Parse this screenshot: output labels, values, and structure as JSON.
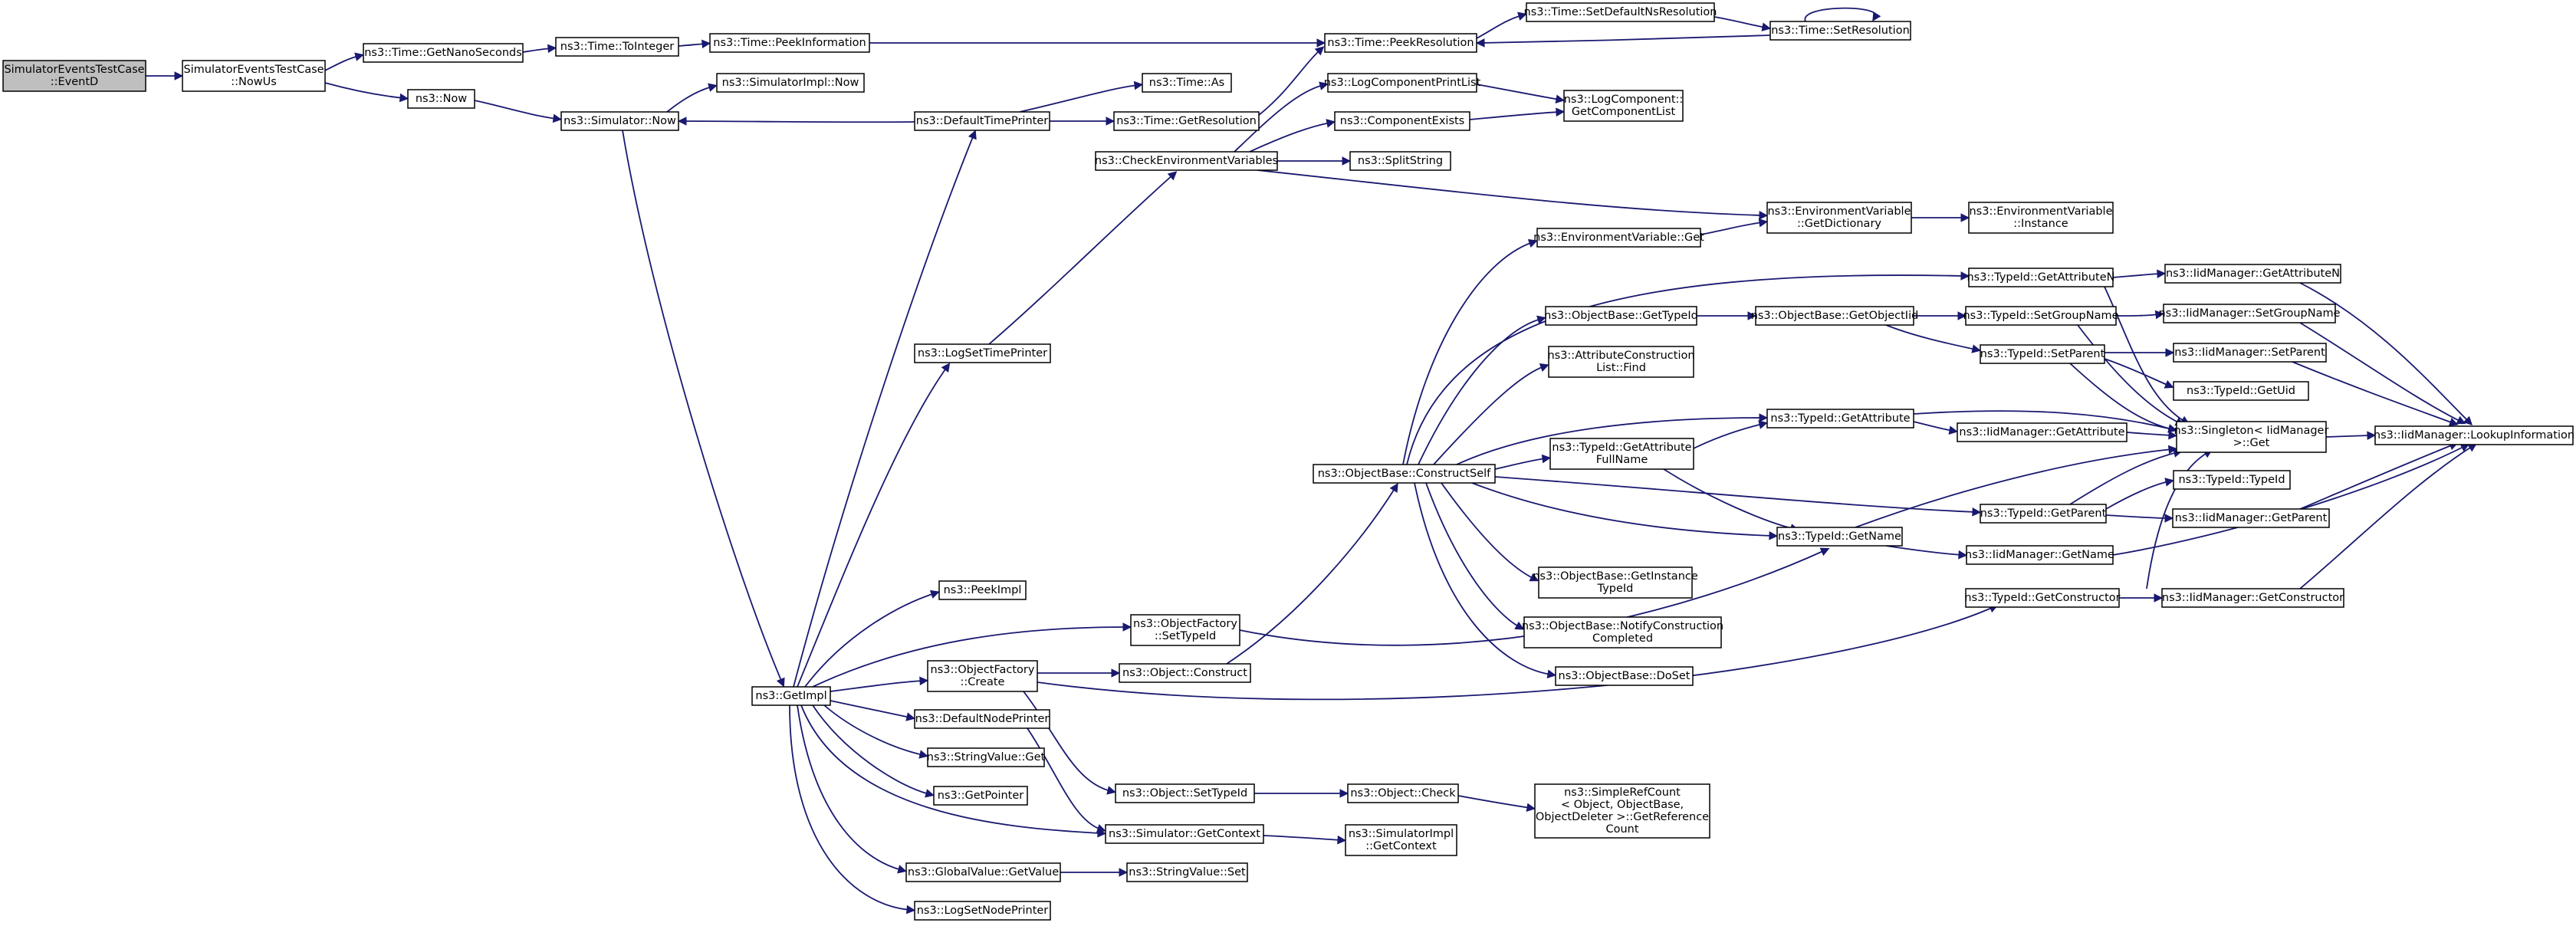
{
  "title": "",
  "colors": {
    "edge": "#191970",
    "root_fill": "#bfbfbf",
    "node_fill": "#ffffff",
    "border": "#000000"
  },
  "nodes": [
    {
      "id": "root",
      "lines": [
        "SimulatorEventsTestCase",
        "::EventD"
      ]
    },
    {
      "id": "nowus",
      "lines": [
        "SimulatorEventsTestCase",
        "::NowUs"
      ]
    },
    {
      "id": "getnano",
      "lines": [
        "ns3::Time::GetNanoSeconds"
      ]
    },
    {
      "id": "tointeger",
      "lines": [
        "ns3::Time::ToInteger"
      ]
    },
    {
      "id": "peekinfo",
      "lines": [
        "ns3::Time::PeekInformation"
      ]
    },
    {
      "id": "peekres",
      "lines": [
        "ns3::Time::PeekResolution"
      ]
    },
    {
      "id": "setdefres",
      "lines": [
        "ns3::Time::SetDefaultNsResolution"
      ]
    },
    {
      "id": "setres",
      "lines": [
        "ns3::Time::SetResolution"
      ]
    },
    {
      "id": "now",
      "lines": [
        "ns3::Now"
      ]
    },
    {
      "id": "simnow",
      "lines": [
        "ns3::Simulator::Now"
      ]
    },
    {
      "id": "simimplnow",
      "lines": [
        "ns3::SimulatorImpl::Now"
      ]
    },
    {
      "id": "deftimeprinter",
      "lines": [
        "ns3::DefaultTimePrinter"
      ]
    },
    {
      "id": "timeas",
      "lines": [
        "ns3::Time::As"
      ]
    },
    {
      "id": "getres",
      "lines": [
        "ns3::Time::GetResolution"
      ]
    },
    {
      "id": "logcompprint",
      "lines": [
        "ns3::LogComponentPrintList"
      ]
    },
    {
      "id": "logcompgetlist",
      "lines": [
        "ns3::LogComponent::",
        "GetComponentList"
      ]
    },
    {
      "id": "compexists",
      "lines": [
        "ns3::ComponentExists"
      ]
    },
    {
      "id": "checkenv",
      "lines": [
        "ns3::CheckEnvironmentVariables"
      ]
    },
    {
      "id": "splitstring",
      "lines": [
        "ns3::SplitString"
      ]
    },
    {
      "id": "envgetdict",
      "lines": [
        "ns3::EnvironmentVariable",
        "::GetDictionary"
      ]
    },
    {
      "id": "envinstance",
      "lines": [
        "ns3::EnvironmentVariable",
        "::Instance"
      ]
    },
    {
      "id": "envget",
      "lines": [
        "ns3::EnvironmentVariable::Get"
      ]
    },
    {
      "id": "logsettimeprinter",
      "lines": [
        "ns3::LogSetTimePrinter"
      ]
    },
    {
      "id": "getattrn",
      "lines": [
        "ns3::TypeId::GetAttributeN"
      ]
    },
    {
      "id": "iidgetattrn",
      "lines": [
        "ns3::IidManager::GetAttributeN"
      ]
    },
    {
      "id": "obgettypeid",
      "lines": [
        "ns3::ObjectBase::GetTypeId"
      ]
    },
    {
      "id": "obgetobjtid",
      "lines": [
        "ns3::ObjectBase::GetObjectIid"
      ]
    },
    {
      "id": "setgroupname",
      "lines": [
        "ns3::TypeId::SetGroupName"
      ]
    },
    {
      "id": "iidsetgroupname",
      "lines": [
        "ns3::IidManager::SetGroupName"
      ]
    },
    {
      "id": "attrconstr",
      "lines": [
        "ns3::AttributeConstruction",
        "List::Find"
      ]
    },
    {
      "id": "setparent",
      "lines": [
        "ns3::TypeId::SetParent"
      ]
    },
    {
      "id": "iidsetparent",
      "lines": [
        "ns3::IidManager::SetParent"
      ]
    },
    {
      "id": "getuid",
      "lines": [
        "ns3::TypeId::GetUid"
      ]
    },
    {
      "id": "getattr",
      "lines": [
        "ns3::TypeId::GetAttribute"
      ]
    },
    {
      "id": "iidgetattr",
      "lines": [
        "ns3::IidManager::GetAttribute"
      ]
    },
    {
      "id": "singleton",
      "lines": [
        "ns3::Singleton< IidManager",
        " >::Get"
      ]
    },
    {
      "id": "lookup",
      "lines": [
        "ns3::IidManager::LookupInformation"
      ]
    },
    {
      "id": "getattrfull",
      "lines": [
        "ns3::TypeId::GetAttribute",
        "FullName"
      ]
    },
    {
      "id": "constructself",
      "lines": [
        "ns3::ObjectBase::ConstructSelf"
      ]
    },
    {
      "id": "getparent",
      "lines": [
        "ns3::TypeId::GetParent"
      ]
    },
    {
      "id": "typeidtypeid",
      "lines": [
        "ns3::TypeId::TypeId"
      ]
    },
    {
      "id": "iidgetparent",
      "lines": [
        "ns3::IidManager::GetParent"
      ]
    },
    {
      "id": "getname",
      "lines": [
        "ns3::TypeId::GetName"
      ]
    },
    {
      "id": "iidgetname",
      "lines": [
        "ns3::IidManager::GetName"
      ]
    },
    {
      "id": "getinstance",
      "lines": [
        "ns3::ObjectBase::GetInstance",
        "TypeId"
      ]
    },
    {
      "id": "getconstructor",
      "lines": [
        "ns3::TypeId::GetConstructor"
      ]
    },
    {
      "id": "iidgetconstructor",
      "lines": [
        "ns3::IidManager::GetConstructor"
      ]
    },
    {
      "id": "peekimpl",
      "lines": [
        "ns3::PeekImpl"
      ]
    },
    {
      "id": "ofsettypeid",
      "lines": [
        "ns3::ObjectFactory",
        "::SetTypeId"
      ]
    },
    {
      "id": "notifyconstr",
      "lines": [
        "ns3::ObjectBase::NotifyConstruction",
        "Completed"
      ]
    },
    {
      "id": "ofcreate",
      "lines": [
        "ns3::ObjectFactory",
        "::Create"
      ]
    },
    {
      "id": "objconstruct",
      "lines": [
        "ns3::Object::Construct"
      ]
    },
    {
      "id": "doset",
      "lines": [
        "ns3::ObjectBase::DoSet"
      ]
    },
    {
      "id": "getimpl",
      "lines": [
        "ns3::GetImpl"
      ]
    },
    {
      "id": "defnodeprinter",
      "lines": [
        "ns3::DefaultNodePrinter"
      ]
    },
    {
      "id": "stringvalueget",
      "lines": [
        "ns3::StringValue::Get"
      ]
    },
    {
      "id": "objsettypeid",
      "lines": [
        "ns3::Object::SetTypeId"
      ]
    },
    {
      "id": "objcheck",
      "lines": [
        "ns3::Object::Check"
      ]
    },
    {
      "id": "simplerefcount",
      "lines": [
        "ns3::SimpleRefCount",
        "< Object, ObjectBase,",
        " ObjectDeleter >::GetReference",
        "Count"
      ]
    },
    {
      "id": "getpointer",
      "lines": [
        "ns3::GetPointer"
      ]
    },
    {
      "id": "simgetcontext",
      "lines": [
        "ns3::Simulator::GetContext"
      ]
    },
    {
      "id": "simimplgetcontext",
      "lines": [
        "ns3::SimulatorImpl",
        "::GetContext"
      ]
    },
    {
      "id": "globalgetvalue",
      "lines": [
        "ns3::GlobalValue::GetValue"
      ]
    },
    {
      "id": "stringvalueset",
      "lines": [
        "ns3::StringValue::Set"
      ]
    },
    {
      "id": "logsetnodeprinter",
      "lines": [
        "ns3::LogSetNodePrinter"
      ]
    }
  ]
}
